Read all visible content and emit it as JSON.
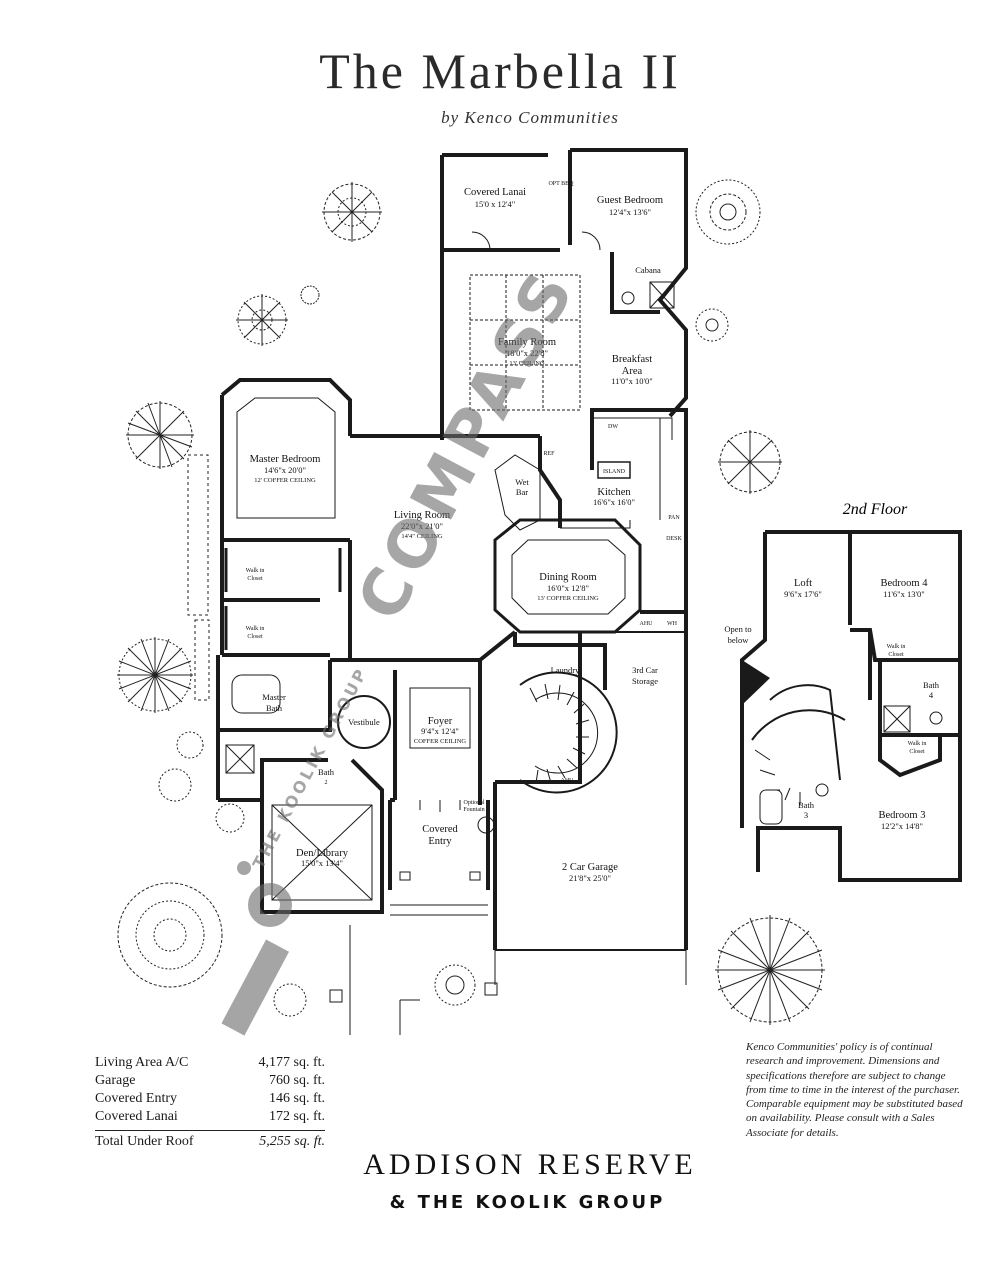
{
  "title": "The Marbella II",
  "subtitle": "by Kenco Communities",
  "rooms": {
    "covered_lanai": {
      "name": "Covered Lanai",
      "dim": "15'0 x 12'4\""
    },
    "guest_bedroom": {
      "name": "Guest Bedroom",
      "dim": "12'4\"x 13'6\""
    },
    "cabana": {
      "name": "Cabana"
    },
    "family_room": {
      "name": "Family Room",
      "dim": "18'0\"x 22'8\"",
      "ceiling": "13' CEILING"
    },
    "breakfast": {
      "name": "Breakfast",
      "name2": "Area",
      "dim": "11'0\"x 10'0\""
    },
    "master_bedroom": {
      "name": "Master Bedroom",
      "dim": "14'6\"x 20'0\"",
      "ceiling": "12' COFFER CEILING"
    },
    "living_room": {
      "name": "Living Room",
      "dim": "22'0\"x 21'0\"",
      "ceiling": "14'4\" CEILING"
    },
    "wet_bar": {
      "name": "Wet",
      "name2": "Bar"
    },
    "kitchen": {
      "name": "Kitchen",
      "dim": "16'6\"x 16'0\"",
      "island": "ISLAND"
    },
    "dining_room": {
      "name": "Dining Room",
      "dim": "16'0\"x 12'8\"",
      "ceiling": "13' COFFER CEILING"
    },
    "walk_in_closet_1": {
      "name": "Walk in",
      "name2": "Closet"
    },
    "walk_in_closet_2": {
      "name": "Walk in",
      "name2": "Closet"
    },
    "master_bath": {
      "name": "Master",
      "name2": "Bath"
    },
    "vestibule": {
      "name": "Vestibule"
    },
    "foyer": {
      "name": "Foyer",
      "dim": "9'4\"x 12'4\"",
      "ceiling": "COFFER CEILING"
    },
    "laundry": {
      "name": "Laundry"
    },
    "storage_3rd_car": {
      "name": "3rd Car",
      "name2": "Storage"
    },
    "bath_2": {
      "name": "Bath",
      "name2": "2"
    },
    "den_library": {
      "name": "Den/Library",
      "dim": "15'0\"x 13'4\""
    },
    "covered_entry": {
      "name": "Covered",
      "name2": "Entry"
    },
    "optional_fountain": {
      "name": "Optional",
      "name2": "Fountain"
    },
    "garage": {
      "name": "2 Car Garage",
      "dim": "21'8\"x 25'0\""
    },
    "loft": {
      "name": "Loft",
      "dim": "9'6\"x 17'6\""
    },
    "bedroom_4": {
      "name": "Bedroom 4",
      "dim": "11'6\"x 13'0\""
    },
    "open_below": {
      "name": "Open to",
      "name2": "below"
    },
    "walk_in_closet_3": {
      "name": "Walk in",
      "name2": "Closet"
    },
    "bath_4": {
      "name": "Bath",
      "name2": "4"
    },
    "walk_in_closet_4": {
      "name": "Walk in",
      "name2": "Closet"
    },
    "bath_3": {
      "name": "Bath",
      "name2": "3"
    },
    "bedroom_3": {
      "name": "Bedroom 3",
      "dim": "12'2\"x 14'8\""
    }
  },
  "fixtures": {
    "ref": "REF",
    "dw": "DW",
    "pan": "PAN",
    "desk": "DESK",
    "ahu": "AHU",
    "wh": "WH",
    "ahu2": "AHU",
    "opt_bbq": "OPT BBQ"
  },
  "second_floor_label": "2nd Floor",
  "areas": [
    {
      "label": "Living Area A/C",
      "value": "4,177 sq. ft."
    },
    {
      "label": "Garage",
      "value": "760 sq. ft."
    },
    {
      "label": "Covered Entry",
      "value": "146 sq. ft."
    },
    {
      "label": "Covered Lanai",
      "value": "172 sq. ft."
    }
  ],
  "total": {
    "label": "Total Under Roof",
    "value": "5,255 sq. ft."
  },
  "policy": "Kenco Communities' policy is of continual research and improvement. Dimensions and specifications therefore are subject to change from time to time in the interest of the purchaser. Comparable equipment may be substituted based on availability. Please consult with a Sales Associate for details.",
  "brand_line1": "ADDISON RESERVE",
  "brand_line2": "& THE KOOLIK GROUP",
  "watermark_compass": "COMPASS",
  "watermark_koolik": "THE KOOLIK GROUP",
  "colors": {
    "wall": "#1a1a1a",
    "watermark": "#6b6b6b"
  }
}
